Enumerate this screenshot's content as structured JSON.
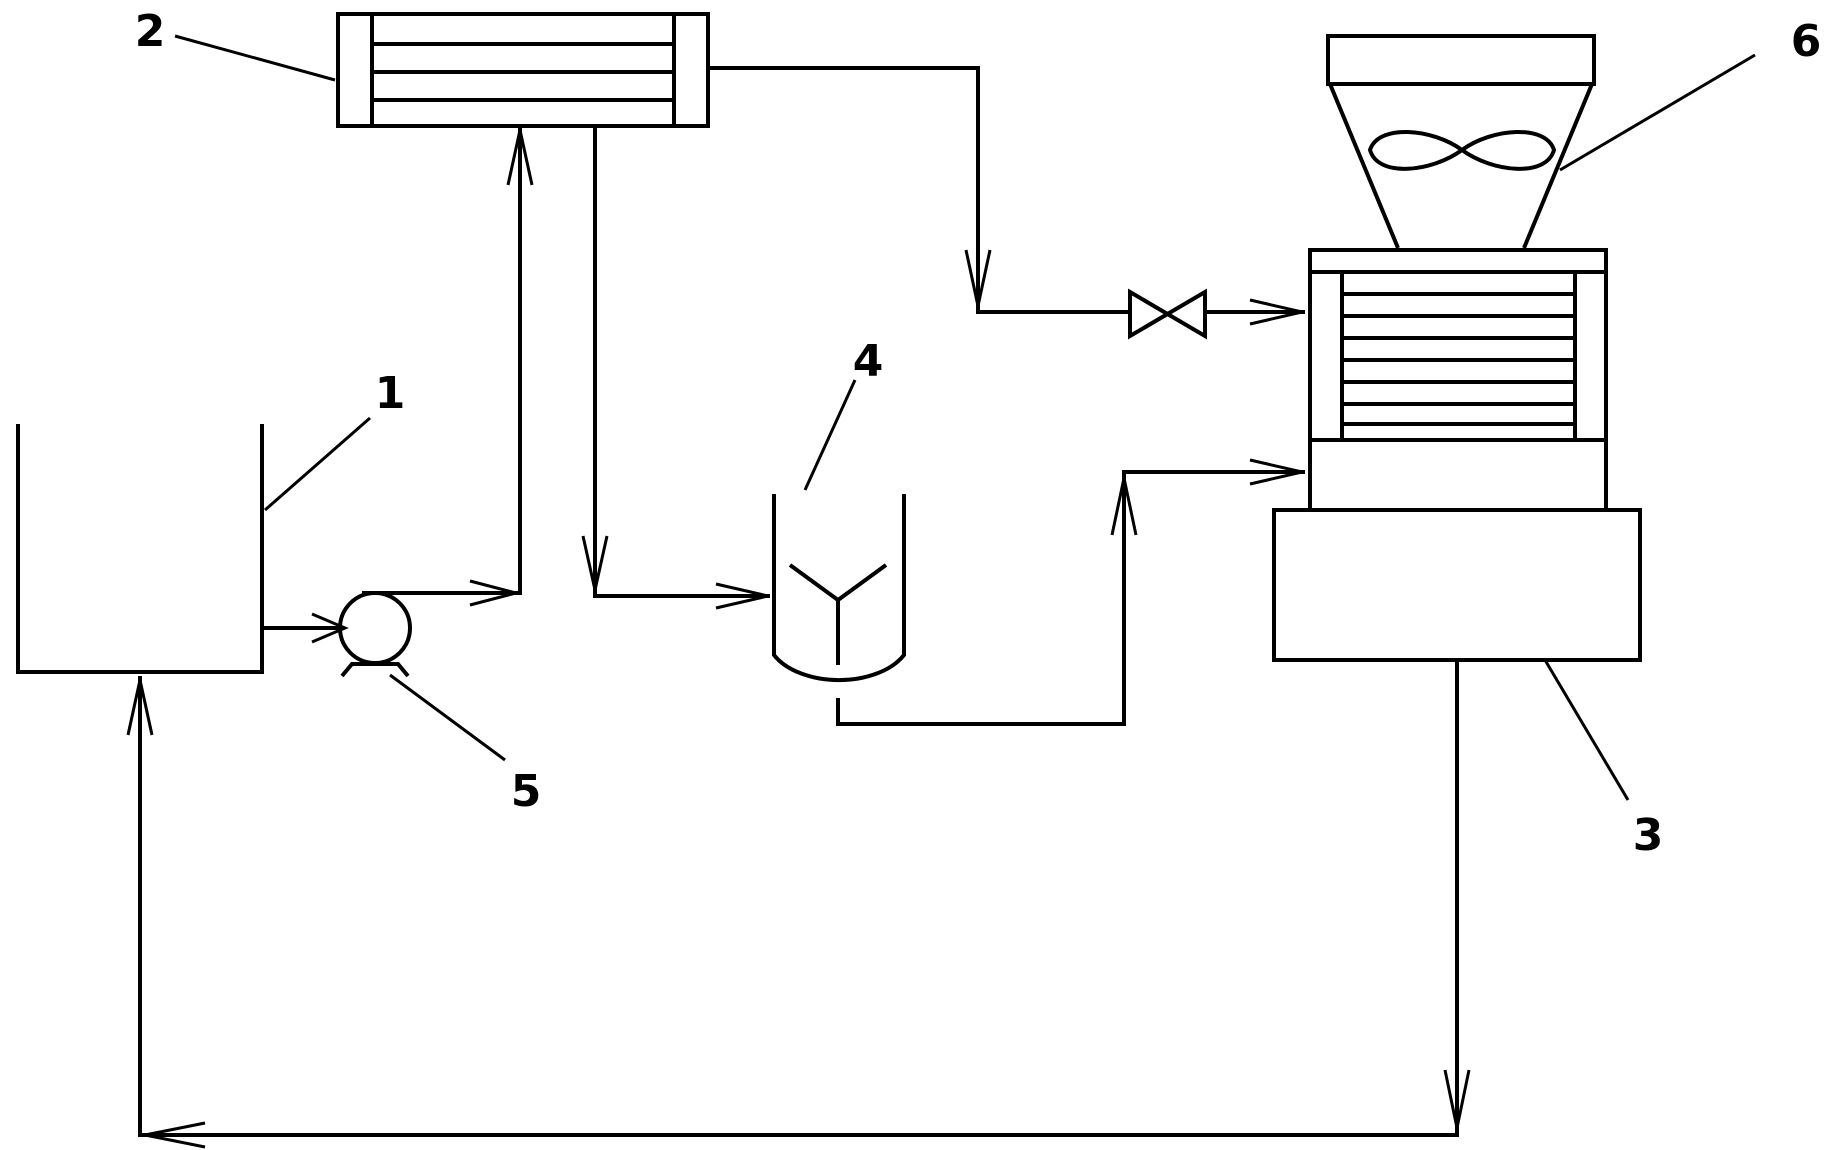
{
  "components": [
    {
      "id": "tank",
      "label": "1"
    },
    {
      "id": "heat-exchanger",
      "label": "2"
    },
    {
      "id": "cooling-unit",
      "label": "3"
    },
    {
      "id": "mixing-vessel",
      "label": "4"
    },
    {
      "id": "pump",
      "label": "5"
    },
    {
      "id": "fan-hood",
      "label": "6"
    }
  ],
  "colors": {
    "stroke": "#000000",
    "background": "#ffffff"
  }
}
